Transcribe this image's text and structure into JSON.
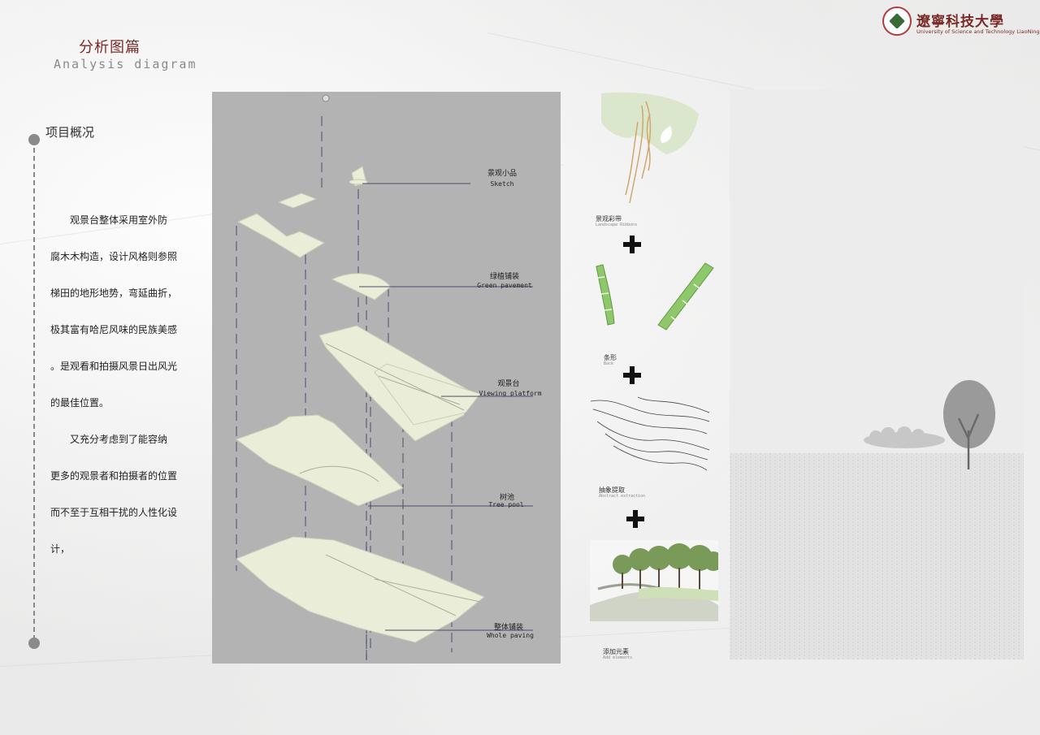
{
  "header": {
    "title_cn": "分析图篇",
    "title_en": "Analysis diagram"
  },
  "logo": {
    "name_cn": "遼寧科技大學",
    "name_en": "University of Science and Technology LiaoNing"
  },
  "overview": {
    "title": "项目概况",
    "lines": [
      "　　观景台整体采用室外防",
      "腐木木构造，设计风格则参照",
      "梯田的地形地势，弯延曲折，",
      "极其富有哈尼风味的民族美感",
      "。是观看和拍摄风景日出风光",
      "的最佳位置。",
      "　　又充分考虑到了能容纳",
      "更多的观景者和拍摄者的位置",
      "而不至于互相干扰的人性化设",
      "计，"
    ]
  },
  "diagram": {
    "callouts": [
      {
        "cn": "景观小品",
        "en": "Sketch"
      },
      {
        "cn": "绿植铺装",
        "en": "Green pavement"
      },
      {
        "cn": "观景台",
        "en": "Viewing platform"
      },
      {
        "cn": "树池",
        "en": "Tree pool"
      },
      {
        "cn": "整体铺装",
        "en": "Whole paving"
      }
    ]
  },
  "elements": [
    {
      "cn": "景观彩带",
      "en": "Landscape Ribbons"
    },
    {
      "cn": "条形",
      "en": "Back"
    },
    {
      "cn": "抽象提取",
      "en": "Abstract extraction"
    },
    {
      "cn": "添加元素",
      "en": "Add elements"
    }
  ],
  "colors": {
    "accent": "#7a2a26",
    "panel": "#b3b3b3",
    "layer_fill": "#e3e8d8",
    "green": "#8fc86a"
  }
}
